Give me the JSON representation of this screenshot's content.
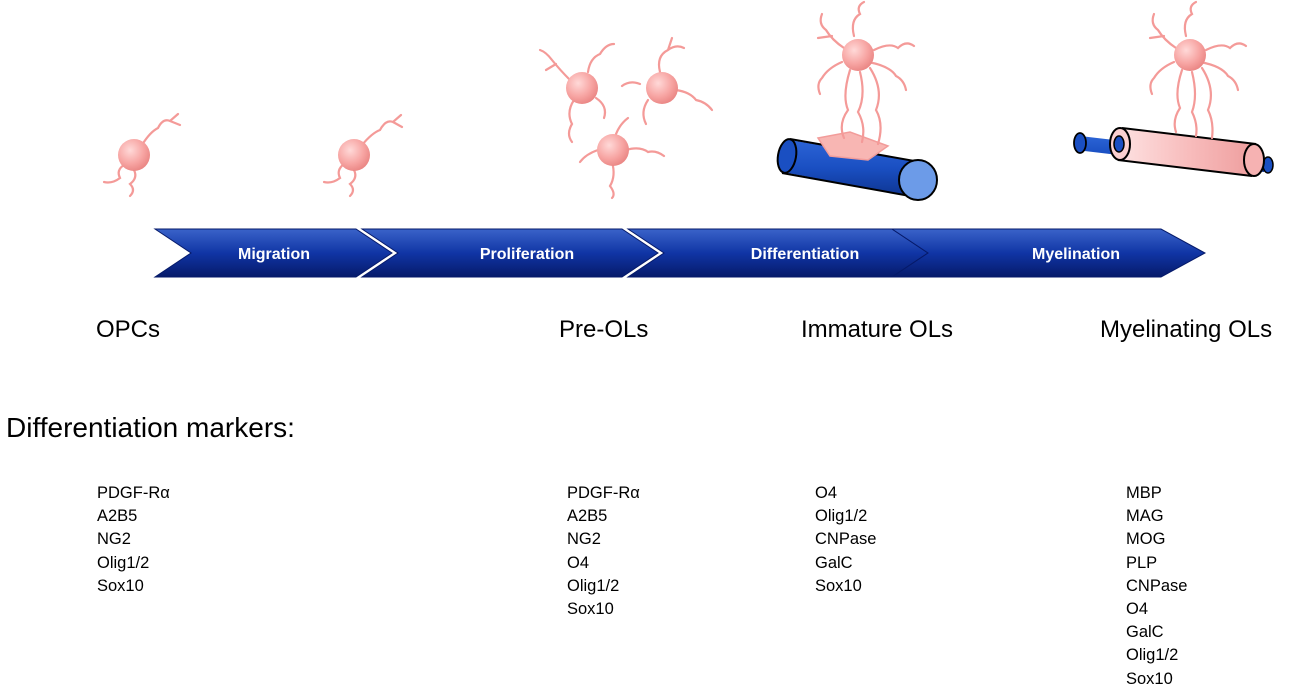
{
  "process_steps": [
    "Migration",
    "Proliferation",
    "Differentiation",
    "Myelination"
  ],
  "stages": [
    "OPCs",
    "Pre-OLs",
    "Immature OLs",
    "Myelinating OLs"
  ],
  "markers_heading": "Differentiation markers:",
  "marker_lists": [
    [
      "PDGF-Rα",
      "A2B5",
      "NG2",
      "Olig1/2",
      "Sox10"
    ],
    [
      "PDGF-Rα",
      "A2B5",
      "NG2",
      "O4",
      "Olig1/2",
      "Sox10"
    ],
    [
      "O4",
      "Olig1/2",
      "CNPase",
      "GalC",
      "Sox10"
    ],
    [
      "MBP",
      "MAG",
      "MOG",
      "PLP",
      "CNPase",
      "O4",
      "GalC",
      "Olig1/2",
      "Sox10"
    ]
  ],
  "colors": {
    "cell_fill": "#f7a9a7",
    "cell_process": "#f49a98",
    "arrow_blue": "#0b2f9e",
    "axon_blue": "#1f56c8",
    "myelin_pink": "#f8bcbc"
  }
}
